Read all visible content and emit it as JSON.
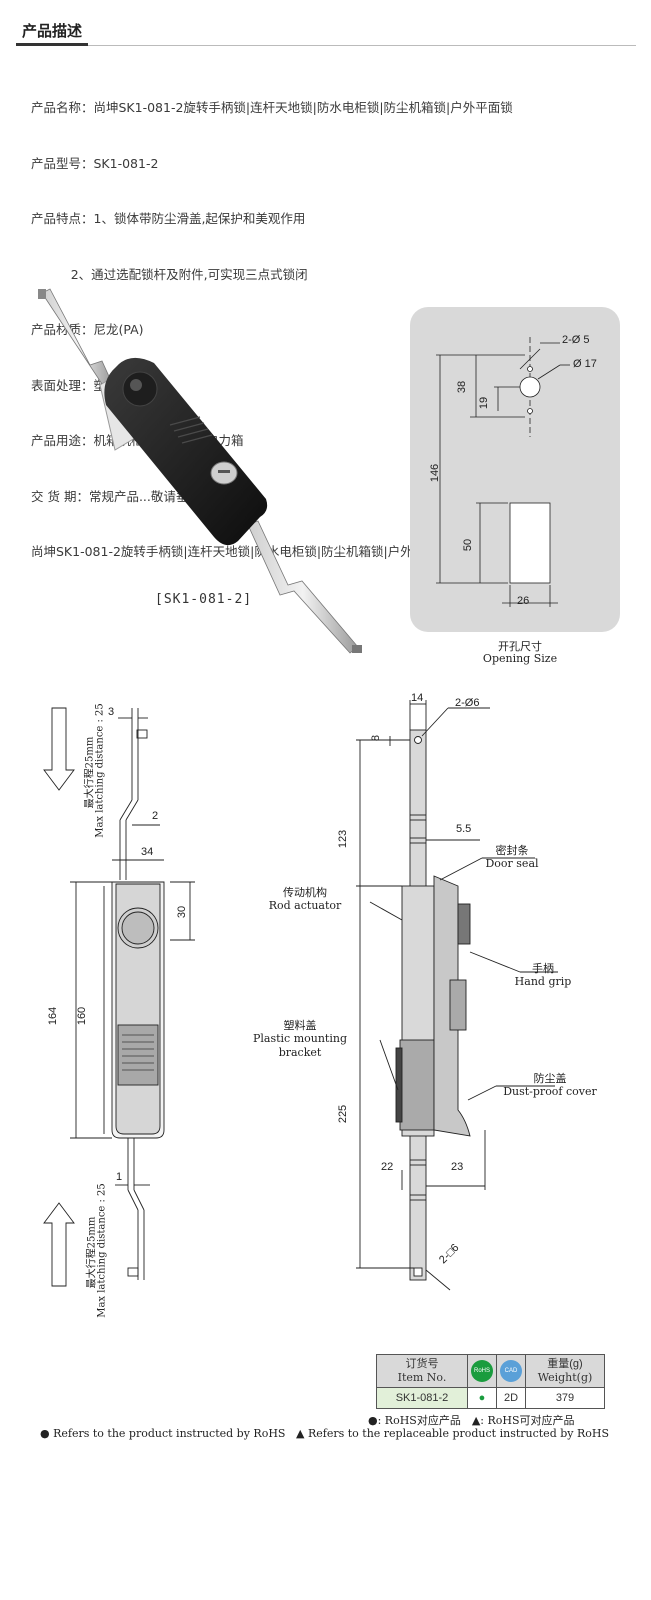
{
  "header": {
    "title": "产品描述"
  },
  "specs": [
    "产品名称：尚坤SK1-081-2旋转手柄锁|连杆天地锁|防水电柜锁|防尘机箱锁|户外平面锁",
    "产品型号：SK1-081-2",
    "产品特点：1、锁体带防尘滑盖,起保护和美观作用",
    "          2、通过选配锁杆及附件,可实现三点式锁闭",
    "产品材质：尼龙(PA)",
    "表面处理：塑胶黑色",
    "产品用途：机箱机柜、配电箱、电力箱",
    "交 货 期：常规产品...敬请垂询",
    "尚坤SK1-081-2旋转手柄锁|连杆天地锁|防水电柜锁|防尘机箱锁|户外平面锁产品展示："
  ],
  "product_caption": "[SK1-081-2]",
  "cutout": {
    "label_cn": "开孔尺寸",
    "label_en": "Opening Size",
    "dims": {
      "hole2": "2-Ø 5",
      "hole17": "Ø 17",
      "d38": "38",
      "d19": "19",
      "d146": "146",
      "d50": "50",
      "d26": "26"
    }
  },
  "front_view": {
    "latch_top_cn": "最大行程25mm",
    "latch_top_en": "Max latching distance : 25",
    "latch_bot_cn": "最大行程25mm",
    "latch_bot_en": "Max latching distance : 25",
    "dims": {
      "d3": "3",
      "d2": "2",
      "d34": "34",
      "d30": "30",
      "d164": "164",
      "d160": "160",
      "d1": "1"
    }
  },
  "side_view": {
    "dims": {
      "d14": "14",
      "hole6": "2-Ø6",
      "d8": "8",
      "d123": "123",
      "d55": "5.5",
      "d225": "225",
      "d22": "22",
      "d23": "23",
      "sq6": "2-□6"
    },
    "labels": {
      "door_seal_cn": "密封条",
      "door_seal_en": "Door seal",
      "rod_cn": "传动机构",
      "rod_en": "Rod actuator",
      "grip_cn": "手柄",
      "grip_en": "Hand grip",
      "bracket_cn": "塑料盖",
      "bracket_en1": "Plastic mounting",
      "bracket_en2": "bracket",
      "dust_cn": "防尘盖",
      "dust_en": "Dust-proof cover"
    }
  },
  "order_table": {
    "h1_cn": "订货号",
    "h1_en": "Item No.",
    "rohs_badge": "RoHS",
    "cad_badge": "CAD",
    "h4_cn": "重量(g)",
    "h4_en": "Weight(g)",
    "row": {
      "item": "SK1-081-2",
      "rohs": "●",
      "cad": "2D",
      "weight": "379"
    }
  },
  "legend": {
    "line1": "●: RoHS对应产品　▲: RoHS可对应产品",
    "line2a": "● Refers to the product instructed by RoHS",
    "line2b": "▲ Refers to the replaceable product instructed by RoHS"
  },
  "colors": {
    "rohs_green": "#1a9c3e",
    "cad_blue": "#5aa0d8",
    "panel_gray": "#d9d9d9"
  }
}
